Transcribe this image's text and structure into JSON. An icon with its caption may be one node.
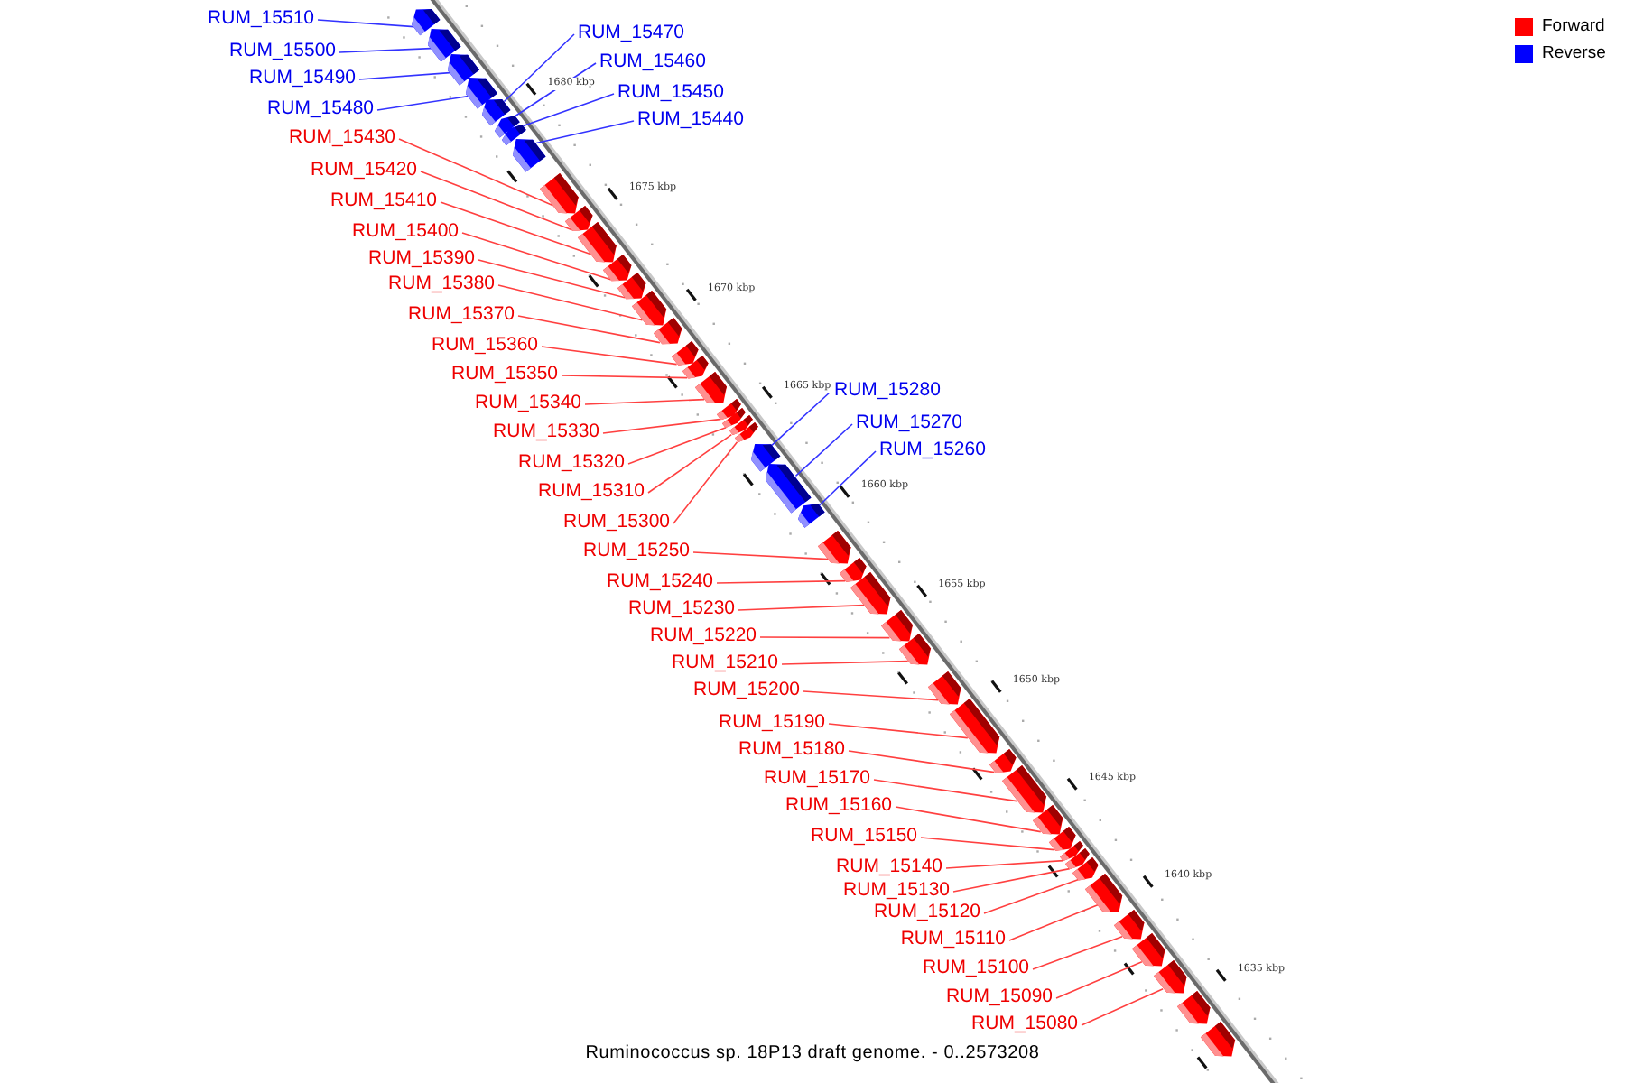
{
  "diagram": {
    "caption": "Ruminococcus sp. 18P13 draft genome. - 0..2573208",
    "nodes": [
      {
        "text": [
          "RUM_15510"
        ]
      },
      {
        "text": [
          "RUM_15500"
        ]
      },
      {
        "text": [
          "RUM_15490"
        ]
      },
      {
        "text": [
          "RUM_15480"
        ]
      },
      {
        "text": [
          "RUM_15470"
        ]
      },
      {
        "text": [
          "RUM_15460"
        ]
      },
      {
        "text": [
          "RUM_15450"
        ]
      },
      {
        "text": [
          "RUM_15440"
        ]
      },
      {
        "text": [
          "RUM_15430"
        ]
      },
      {
        "text": [
          "RUM_15420"
        ]
      },
      {
        "text": [
          "RUM_15410"
        ]
      },
      {
        "text": [
          "RUM_15400"
        ]
      },
      {
        "text": [
          "RUM_15390"
        ]
      },
      {
        "text": [
          "RUM_15380"
        ]
      },
      {
        "text": [
          "RUM_15370"
        ]
      },
      {
        "text": [
          "RUM_15360"
        ]
      },
      {
        "text": [
          "RUM_15350"
        ]
      },
      {
        "text": [
          "RUM_15340"
        ]
      },
      {
        "text": [
          "RUM_15330"
        ]
      },
      {
        "text": [
          "RUM_15320"
        ]
      },
      {
        "text": [
          "RUM_15310"
        ]
      },
      {
        "text": [
          "RUM_15300"
        ]
      },
      {
        "text": [
          "RUM_15280"
        ]
      },
      {
        "text": [
          "RUM_15270"
        ]
      },
      {
        "text": [
          "RUM_15260"
        ]
      },
      {
        "text": [
          "RUM_15250"
        ]
      },
      {
        "text": [
          "RUM_15240"
        ]
      },
      {
        "text": [
          "RUM_15230"
        ]
      },
      {
        "text": [
          "RUM_15220"
        ]
      },
      {
        "text": [
          "RUM_15210"
        ]
      },
      {
        "text": [
          "RUM_15200"
        ]
      },
      {
        "text": [
          "RUM_15190"
        ]
      },
      {
        "text": [
          "RUM_15180"
        ]
      },
      {
        "text": [
          "RUM_15170"
        ]
      },
      {
        "text": [
          "RUM_15160"
        ]
      },
      {
        "text": [
          "RUM_15150"
        ]
      },
      {
        "text": [
          "RUM_15140"
        ]
      },
      {
        "text": [
          "RUM_15130"
        ]
      },
      {
        "text": [
          "RUM_15120"
        ]
      },
      {
        "text": [
          "RUM_15110"
        ]
      },
      {
        "text": [
          "RUM_15100"
        ]
      },
      {
        "text": [
          "RUM_15090"
        ]
      },
      {
        "text": [
          "RUM_15080"
        ]
      },
      {
        "text": [],
        "shape": "block"
      },
      {
        "text": [],
        "shape": "block"
      },
      {
        "text": [],
        "shape": "block"
      },
      {
        "text": [],
        "shape": "block"
      },
      {
        "text": [],
        "shape": "block"
      },
      {
        "text": [],
        "shape": "block"
      },
      {
        "text": [],
        "shape": "block"
      },
      {
        "text": [],
        "shape": "block"
      },
      {
        "text": [],
        "shape": "block"
      },
      {
        "text": [],
        "shape": "block"
      },
      {
        "text": [],
        "shape": "block"
      },
      {
        "text": [],
        "shape": "block"
      },
      {
        "text": [],
        "shape": "block"
      },
      {
        "text": [],
        "shape": "block"
      },
      {
        "text": [],
        "shape": "block"
      },
      {
        "text": [],
        "shape": "block"
      },
      {
        "text": [],
        "shape": "block"
      },
      {
        "text": [],
        "shape": "block"
      },
      {
        "text": [],
        "shape": "block"
      },
      {
        "text": [],
        "shape": "block"
      },
      {
        "text": [],
        "shape": "block"
      },
      {
        "text": [],
        "shape": "block"
      },
      {
        "text": [],
        "shape": "block"
      },
      {
        "text": [],
        "shape": "block"
      },
      {
        "text": [],
        "shape": "block"
      },
      {
        "text": [],
        "shape": "block"
      },
      {
        "text": [],
        "shape": "block"
      },
      {
        "text": [],
        "shape": "block"
      },
      {
        "text": [],
        "shape": "block"
      },
      {
        "text": [],
        "shape": "block"
      },
      {
        "text": [],
        "shape": "block"
      },
      {
        "text": [],
        "shape": "block"
      },
      {
        "text": [],
        "shape": "block"
      },
      {
        "text": [],
        "shape": "block"
      },
      {
        "text": [],
        "shape": "block"
      },
      {
        "text": [],
        "shape": "block"
      },
      {
        "text": [],
        "shape": "block"
      },
      {
        "text": [],
        "shape": "block"
      },
      {
        "text": [],
        "shape": "block"
      },
      {
        "text": [],
        "shape": "block"
      },
      {
        "text": [],
        "shape": "block"
      },
      {
        "text": [],
        "shape": "block"
      },
      {
        "text": [],
        "shape": "block"
      },
      {
        "text": [],
        "shape": "block"
      },
      {
        "text": [],
        "shape": "block"
      }
    ],
    "edges": [
      {
        "from": 0,
        "to": 43,
        "arrow": "none",
        "color": "#3333ff"
      },
      {
        "from": 1,
        "to": 44,
        "arrow": "none",
        "color": "#3333ff"
      },
      {
        "from": 2,
        "to": 45,
        "arrow": "none",
        "color": "#3333ff"
      },
      {
        "from": 3,
        "to": 46,
        "arrow": "none",
        "color": "#3333ff"
      },
      {
        "from": 4,
        "to": 47,
        "arrow": "none",
        "color": "#3333ff"
      },
      {
        "from": 5,
        "to": 48,
        "arrow": "none",
        "color": "#3333ff"
      },
      {
        "from": 6,
        "to": 49,
        "arrow": "none",
        "color": "#3333ff"
      },
      {
        "from": 7,
        "to": 50,
        "arrow": "none",
        "color": "#3333ff"
      },
      {
        "from": 8,
        "to": 51,
        "arrow": "none"
      },
      {
        "from": 9,
        "to": 52,
        "arrow": "none"
      },
      {
        "from": 10,
        "to": 53,
        "arrow": "none"
      },
      {
        "from": 11,
        "to": 54,
        "arrow": "none"
      },
      {
        "from": 12,
        "to": 55,
        "arrow": "none"
      },
      {
        "from": 13,
        "to": 56,
        "arrow": "none"
      },
      {
        "from": 14,
        "to": 57,
        "arrow": "none"
      },
      {
        "from": 15,
        "to": 58,
        "arrow": "none"
      },
      {
        "from": 16,
        "to": 59,
        "arrow": "none"
      },
      {
        "from": 17,
        "to": 60,
        "arrow": "none"
      },
      {
        "from": 18,
        "to": 61,
        "arrow": "none"
      },
      {
        "from": 19,
        "to": 62,
        "arrow": "none"
      },
      {
        "from": 20,
        "to": 63,
        "arrow": "none"
      },
      {
        "from": 21,
        "to": 64,
        "arrow": "none"
      },
      {
        "from": 22,
        "to": 65,
        "arrow": "none",
        "color": "#3333ff"
      },
      {
        "from": 23,
        "to": 66,
        "arrow": "none",
        "color": "#3333ff"
      },
      {
        "from": 24,
        "to": 67,
        "arrow": "none",
        "color": "#3333ff"
      },
      {
        "from": 25,
        "to": 68,
        "arrow": "none"
      },
      {
        "from": 26,
        "to": 69,
        "arrow": "none"
      },
      {
        "from": 27,
        "to": 70,
        "arrow": "none"
      },
      {
        "from": 28,
        "to": 71,
        "arrow": "none"
      },
      {
        "from": 29,
        "to": 72,
        "arrow": "none"
      },
      {
        "from": 30,
        "to": 73,
        "arrow": "none"
      },
      {
        "from": 31,
        "to": 74,
        "arrow": "none"
      },
      {
        "from": 32,
        "to": 75,
        "arrow": "none"
      },
      {
        "from": 33,
        "to": 76,
        "arrow": "none"
      },
      {
        "from": 34,
        "to": 77,
        "arrow": "none"
      },
      {
        "from": 35,
        "to": 78,
        "arrow": "none"
      },
      {
        "from": 36,
        "to": 79,
        "arrow": "none"
      },
      {
        "from": 37,
        "to": 80,
        "arrow": "none"
      },
      {
        "from": 38,
        "to": 81,
        "arrow": "none"
      },
      {
        "from": 39,
        "to": 82,
        "arrow": "none"
      },
      {
        "from": 40,
        "to": 83,
        "arrow": "none"
      },
      {
        "from": 41,
        "to": 84,
        "arrow": "none"
      },
      {
        "from": 42,
        "to": 85,
        "arrow": "none"
      }
    ],
    "labels": [
      "1680 kbp",
      "1675 kbp",
      "1670 kbp",
      "1665 kbp",
      "1660 kbp",
      "1655 kbp",
      "1650 kbp",
      "1645 kbp",
      "1640 kbp",
      "1635 kbp"
    ],
    "legend": [
      {
        "text": "Forward",
        "color": "#ff0000"
      },
      {
        "text": "Reverse",
        "color": "#0000ff"
      }
    ]
  }
}
